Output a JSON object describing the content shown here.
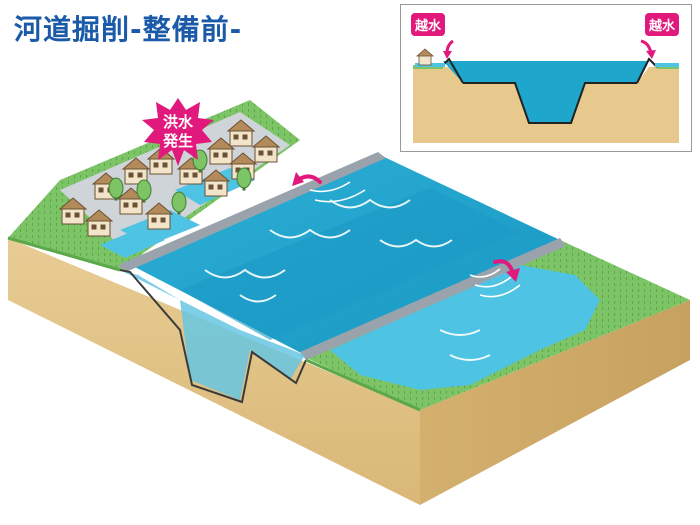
{
  "title": "河道掘削-整備前-",
  "burst": {
    "line1": "洪水",
    "line2": "発生"
  },
  "inset": {
    "left_label": "越水",
    "right_label": "越水"
  },
  "colors": {
    "title": "#1a5aa8",
    "water": "#1fa6cc",
    "water_light": "#4fc3e3",
    "soil": "#e7c98e",
    "soil_dark": "#c9a566",
    "grass": "#7cc465",
    "alert": "#e2197d"
  },
  "icons": [
    "house-icon",
    "tree-icon",
    "overflow-arrow-icon",
    "flood-burst-icon"
  ]
}
